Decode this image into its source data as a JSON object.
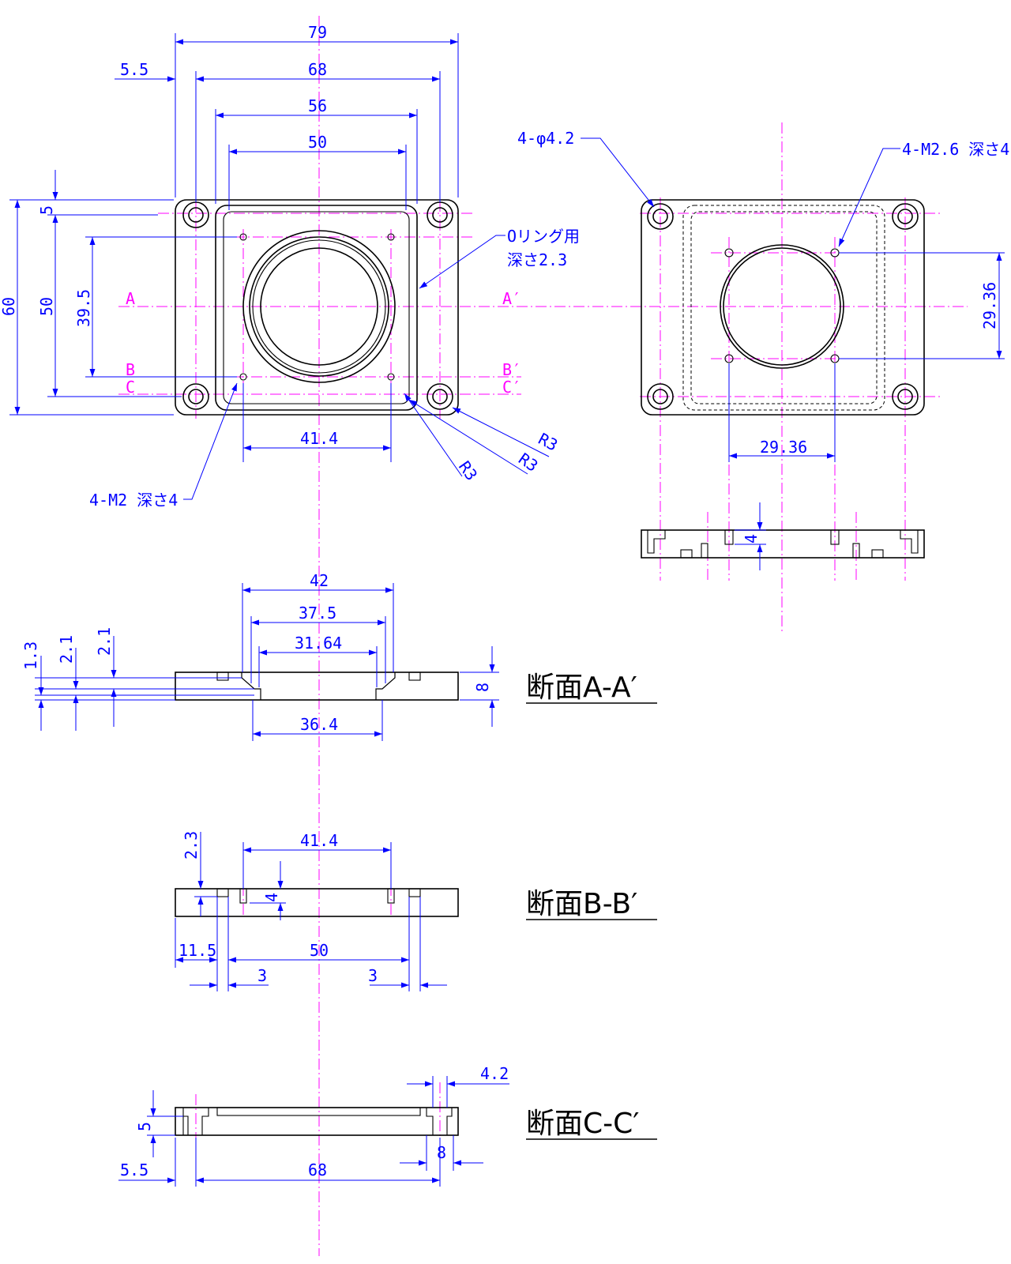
{
  "front_view": {
    "dim_overall_width": "79",
    "dim_bolt_pitch_x": "68",
    "dim_edge_bolt": "5.5",
    "dim_pocket_width": "56",
    "dim_tap_pitch_x": "50",
    "dim_tap_pitch_bottom": "41.4",
    "dim_overall_height": "60",
    "dim_bolt_pitch_y": "50",
    "dim_tap_offset": "39.5",
    "dim_edge_top": "5",
    "section_label_a": "A",
    "section_label_a2": "A′",
    "section_label_b": "B",
    "section_label_b2": "B′",
    "section_label_c": "C",
    "section_label_c2": "C′",
    "callout_oring": "Oリング用",
    "callout_oring_depth": "深さ2.3",
    "callout_tap_m2": "4-M2 深さ4",
    "radius_1": "R3",
    "radius_2": "R3",
    "radius_3": "R3"
  },
  "rear_view": {
    "callout_holes": "4-φ4.2",
    "callout_tap_m26": "4-M2.6 深さ4",
    "dim_tap_pitch_y": "29.36",
    "dim_tap_pitch_x": "29.36"
  },
  "rear_side": {
    "dim_depth": "4"
  },
  "section_aa": {
    "title": "断面A-A′",
    "dim_42": "42",
    "dim_37_5": "37.5",
    "dim_31_64": "31.64",
    "dim_36_4": "36.4",
    "dim_1_3": "1.3",
    "dim_2_1a": "2.1",
    "dim_2_1b": "2.1",
    "dim_thickness": "8"
  },
  "section_bb": {
    "title": "断面B-B′",
    "dim_41_4": "41.4",
    "dim_2_3": "2.3",
    "dim_4": "4",
    "dim_11_5": "11.5",
    "dim_50": "50",
    "dim_3_left": "3",
    "dim_3_right": "3"
  },
  "section_cc": {
    "title": "断面C-C′",
    "dim_4_2": "4.2",
    "dim_5": "5",
    "dim_8": "8",
    "dim_5_5": "5.5",
    "dim_68": "68"
  },
  "colors": {
    "dimension": "#0000ff",
    "centerline": "#ff00ff",
    "outline": "#000000"
  }
}
